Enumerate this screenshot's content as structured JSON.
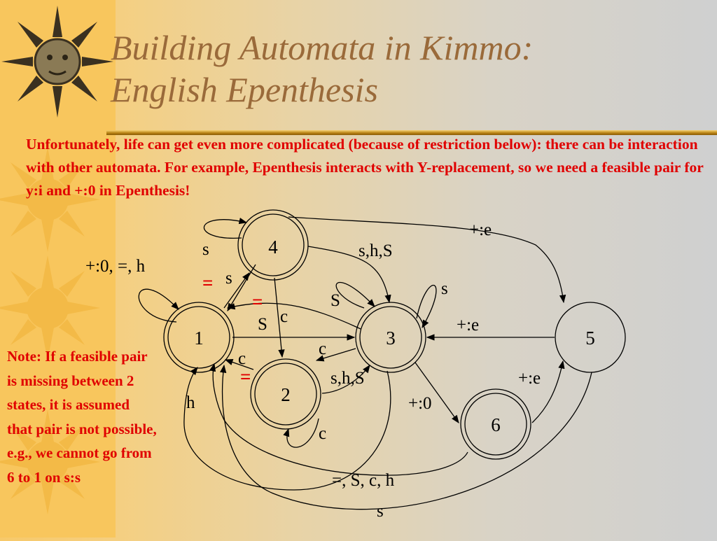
{
  "title": {
    "line1": "Building Automata in Kimmo:",
    "line2": "English Epenthesis"
  },
  "intro": "Unfortunately, life can get even more complicated (because of restriction below): there can be interaction with other automata.  For example, Epenthesis interacts with Y-replacement, so we need a feasible pair for y:i and +:0 in Epenthesis!",
  "note": "Note: If a feasible pair is missing between 2 states, it is assumed that pair is not possible, e.g., we cannot go from 6 to 1 on s:s",
  "diagram": {
    "states": {
      "s1": "1",
      "s2": "2",
      "s3": "3",
      "s4": "4",
      "s5": "5",
      "s6": "6"
    },
    "edges": {
      "loop1": "+:0, =, h",
      "loop4": "s",
      "e1_4": "s",
      "eq_red_1": "=",
      "eq_red_2": "=",
      "eq_red_3": "=",
      "e4_2": "c",
      "e1_3": "S",
      "loop3": "S",
      "loop3b": "s",
      "e4_3": "s,h,S",
      "e4_5": "+:e",
      "e3_5": "+:e",
      "e2_3": "s,h,S",
      "e3_2": "c",
      "e2_1": "c",
      "loop2": "c",
      "e3_6": "+:0",
      "e6_5": "+:e",
      "e6_1": "=, S, c, h",
      "e5_1": "s",
      "e3_1h": "h"
    }
  }
}
